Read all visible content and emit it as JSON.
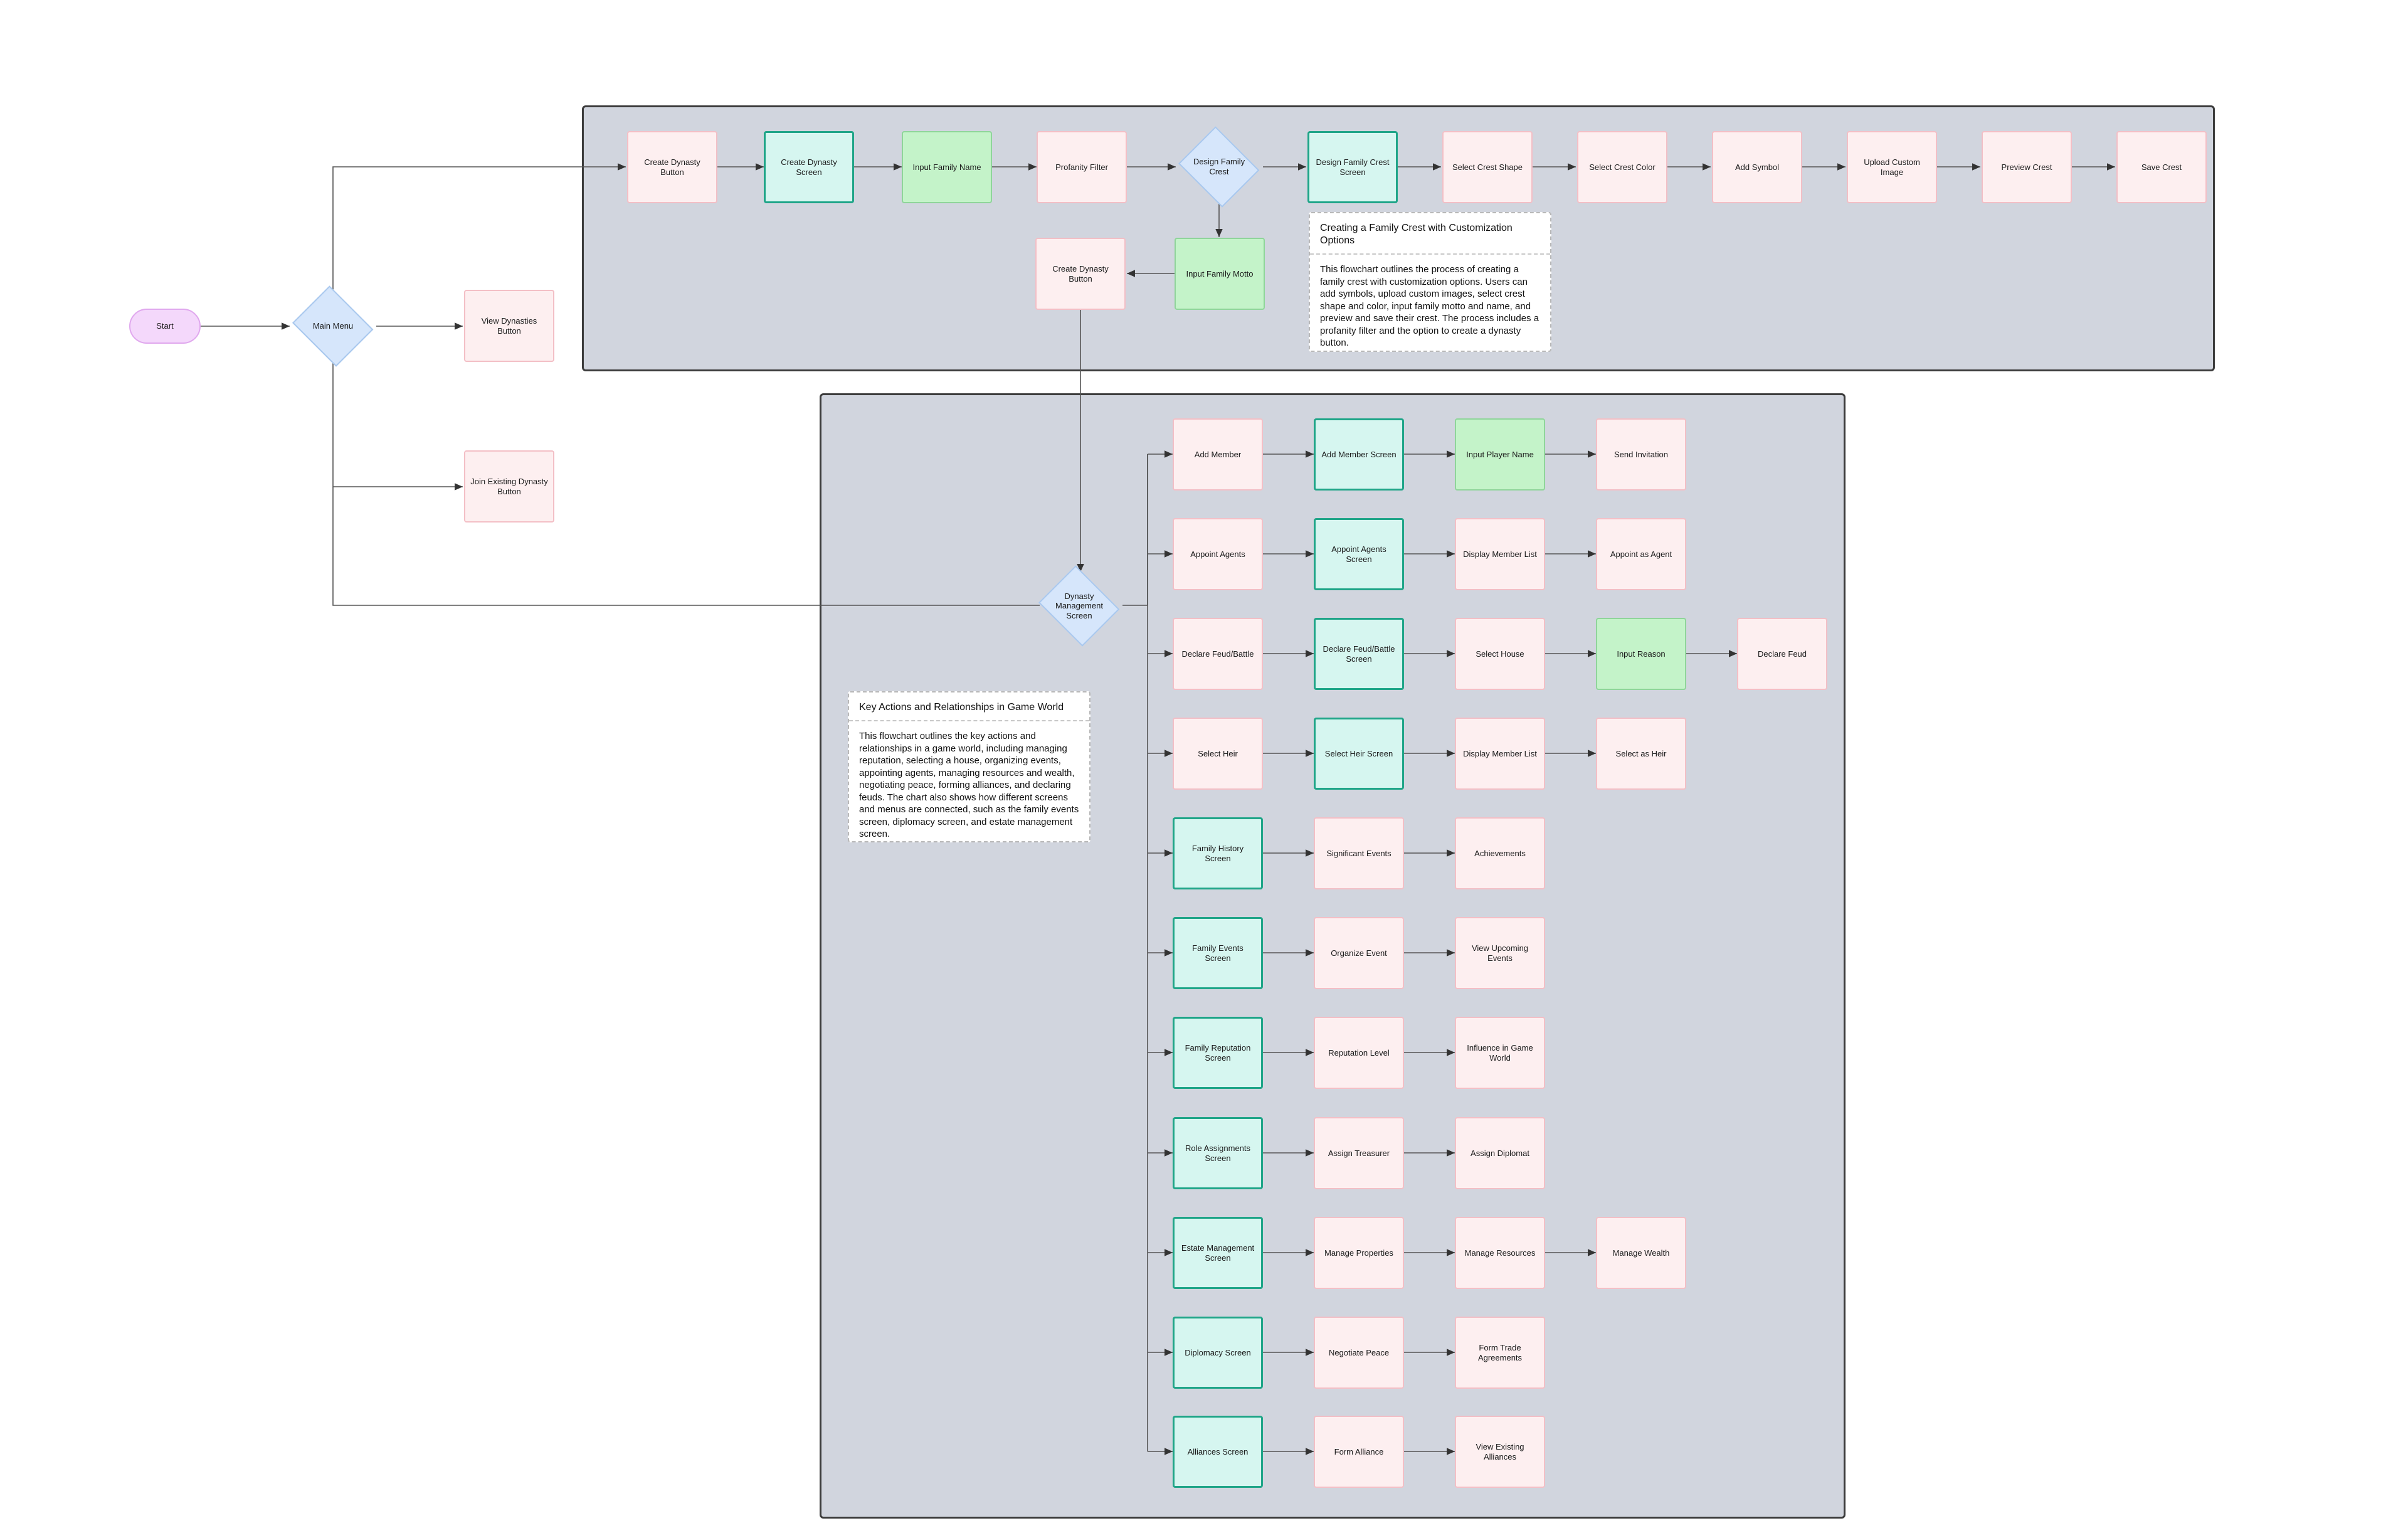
{
  "diagram": {
    "start": "Start",
    "main_menu": "Main Menu",
    "view_dynasties": "View Dynasties Button",
    "join_dynasty": "Join Existing Dynasty Button",
    "dynasty_management": "Dynasty Management Screen",
    "crest_flow": {
      "create_dynasty_button": "Create Dynasty Button",
      "create_dynasty_screen": "Create Dynasty Screen",
      "input_family_name": "Input Family Name",
      "profanity_filter": "Profanity Filter",
      "design_family_crest": "Design Family Crest",
      "design_family_crest_screen": "Design Family Crest Screen",
      "select_crest_shape": "Select Crest Shape",
      "select_crest_color": "Select Crest Color",
      "add_symbol": "Add Symbol",
      "upload_custom_image": "Upload Custom Image",
      "preview_crest": "Preview Crest",
      "save_crest": "Save Crest",
      "input_family_motto": "Input Family Motto",
      "create_dynasty_button_2": "Create Dynasty Button"
    },
    "notes": {
      "crest": {
        "title": "Creating a Family Crest with Customization Options",
        "body": "This flowchart outlines the process of creating a family crest with customization options. Users can add symbols, upload custom images, select crest shape and color, input family motto and name, and preview and save their crest. The process includes a profanity filter and the option to create a dynasty button."
      },
      "actions": {
        "title": "Key Actions and Relationships in Game World",
        "body": "This flowchart outlines the key actions and relationships in a game world, including managing reputation, selecting a house, organizing events, appointing agents, managing resources and wealth, negotiating peace, forming alliances, and declaring feuds. The chart also shows how different screens and menus are connected, such as the family events screen, diplomacy screen, and estate management screen."
      }
    },
    "rows": [
      [
        "Add Member",
        "Add Member Screen",
        "Input Player Name",
        "Send Invitation"
      ],
      [
        "Appoint Agents",
        "Appoint Agents Screen",
        "Display Member List",
        "Appoint as Agent"
      ],
      [
        "Declare Feud/Battle",
        "Declare Feud/Battle Screen",
        "Select House",
        "Input Reason",
        "Declare Feud"
      ],
      [
        "Select Heir",
        "Select Heir Screen",
        "Display Member List",
        "Select as Heir"
      ],
      [
        "Family History Screen",
        "Significant Events",
        "Achievements"
      ],
      [
        "Family Events Screen",
        "Organize Event",
        "View Upcoming Events"
      ],
      [
        "Family Reputation Screen",
        "Reputation Level",
        "Influence in Game World"
      ],
      [
        "Role Assignments Screen",
        "Assign Treasurer",
        "Assign Diplomat"
      ],
      [
        "Estate Management Screen",
        "Manage Properties",
        "Manage Resources",
        "Manage Wealth"
      ],
      [
        "Diplomacy Screen",
        "Negotiate Peace",
        "Form Trade Agreements"
      ],
      [
        "Alliances Screen",
        "Form Alliance",
        "View Existing Alliances"
      ]
    ]
  }
}
